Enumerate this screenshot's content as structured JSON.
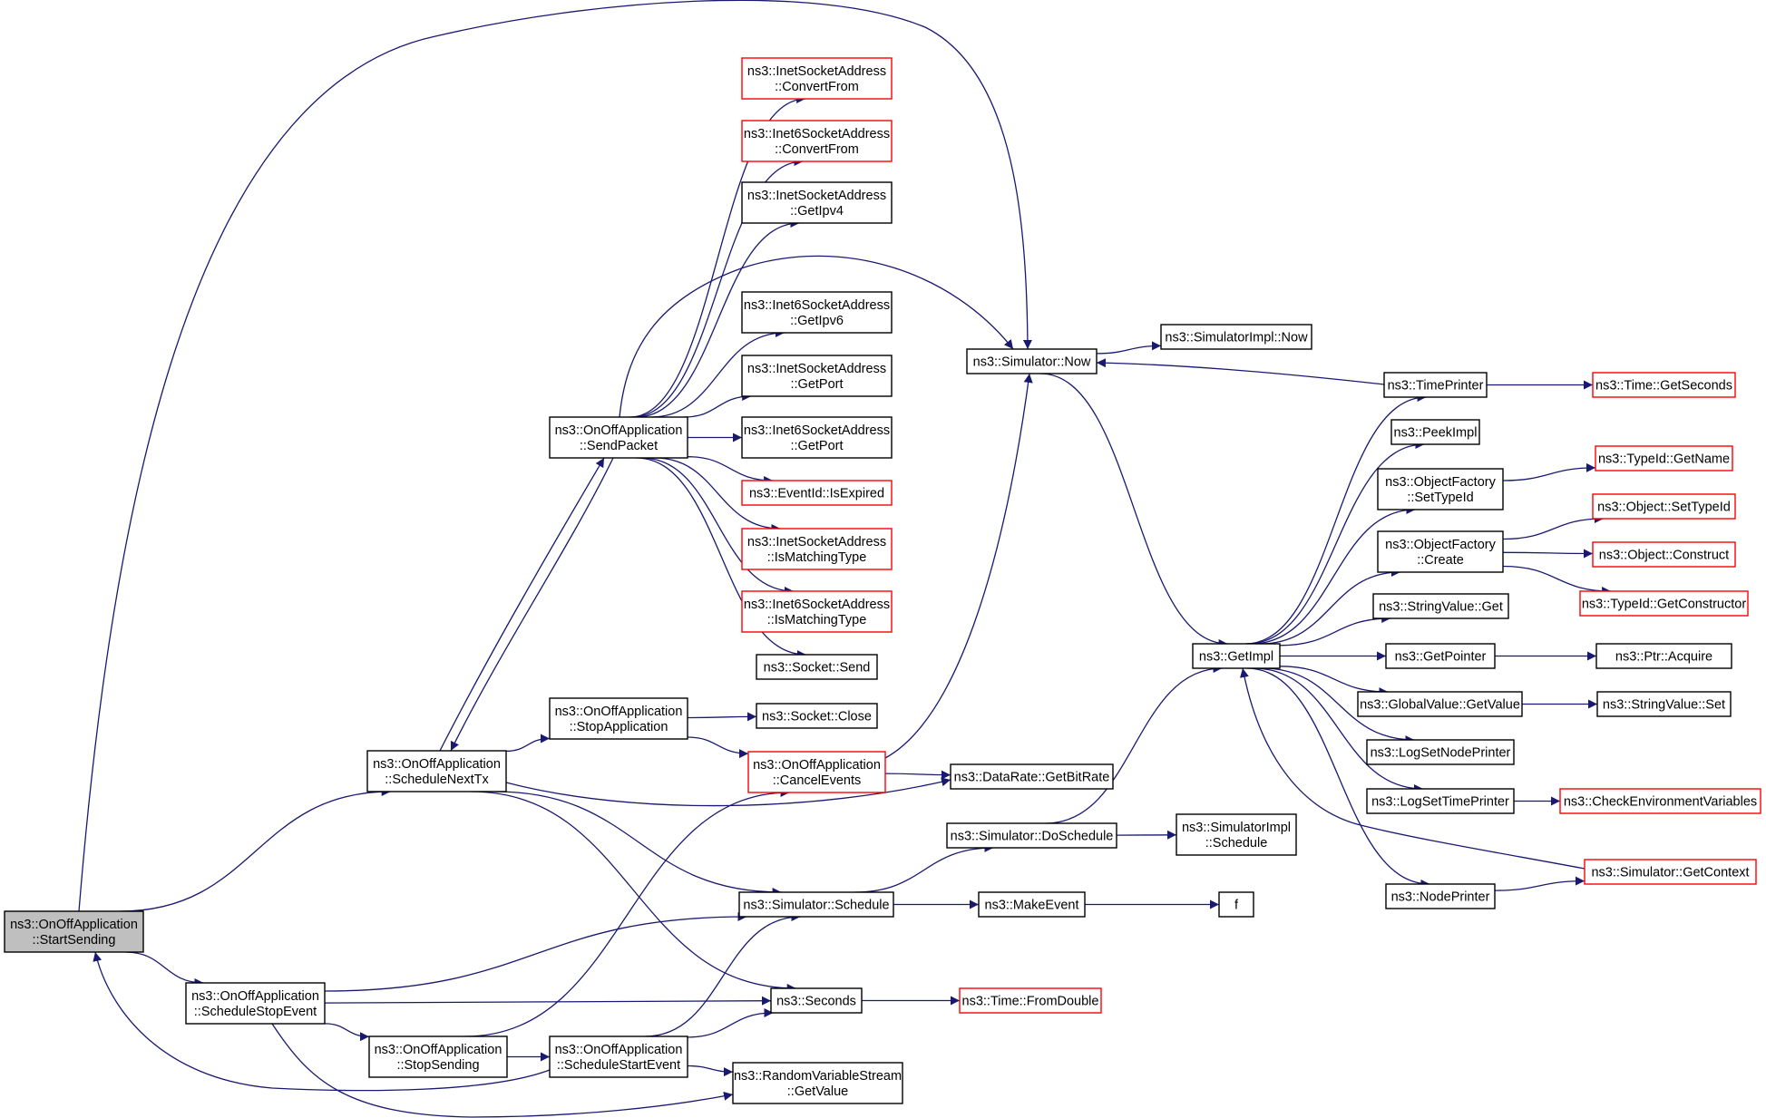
{
  "colors": {
    "edge": "#191970",
    "arrow": "#191970",
    "border_default": "#000000",
    "border_truncated": "#ff0000",
    "fill_default": "#ffffff",
    "fill_root": "#bfbfbf"
  },
  "nodes": [
    {
      "id": "startSending",
      "lines": [
        "ns3::OnOffApplication",
        "::StartSending"
      ],
      "style": "root"
    },
    {
      "id": "scheduleNextTx",
      "lines": [
        "ns3::OnOffApplication",
        "::ScheduleNextTx"
      ],
      "style": "default"
    },
    {
      "id": "scheduleStopEvent",
      "lines": [
        "ns3::OnOffApplication",
        "::ScheduleStopEvent"
      ],
      "style": "default"
    },
    {
      "id": "stopSending",
      "lines": [
        "ns3::OnOffApplication",
        "::StopSending"
      ],
      "style": "default"
    },
    {
      "id": "scheduleStartEvent",
      "lines": [
        "ns3::OnOffApplication",
        "::ScheduleStartEvent"
      ],
      "style": "default"
    },
    {
      "id": "sendPacket",
      "lines": [
        "ns3::OnOffApplication",
        "::SendPacket"
      ],
      "style": "default"
    },
    {
      "id": "stopApplication",
      "lines": [
        "ns3::OnOffApplication",
        "::StopApplication"
      ],
      "style": "default"
    },
    {
      "id": "cancelEvents",
      "lines": [
        "ns3::OnOffApplication",
        "::CancelEvents"
      ],
      "style": "truncated"
    },
    {
      "id": "inetConvertFrom",
      "lines": [
        "ns3::InetSocketAddress",
        "::ConvertFrom"
      ],
      "style": "truncated"
    },
    {
      "id": "inet6ConvertFrom",
      "lines": [
        "ns3::Inet6SocketAddress",
        "::ConvertFrom"
      ],
      "style": "truncated"
    },
    {
      "id": "inetGetIpv4",
      "lines": [
        "ns3::InetSocketAddress",
        "::GetIpv4"
      ],
      "style": "default"
    },
    {
      "id": "inet6GetIpv6",
      "lines": [
        "ns3::Inet6SocketAddress",
        "::GetIpv6"
      ],
      "style": "default"
    },
    {
      "id": "inetGetPort",
      "lines": [
        "ns3::InetSocketAddress",
        "::GetPort"
      ],
      "style": "default"
    },
    {
      "id": "inet6GetPort",
      "lines": [
        "ns3::Inet6SocketAddress",
        "::GetPort"
      ],
      "style": "default"
    },
    {
      "id": "eventIdIsExpired",
      "lines": [
        "ns3::EventId::IsExpired"
      ],
      "style": "truncated"
    },
    {
      "id": "inetIsMatchingType",
      "lines": [
        "ns3::InetSocketAddress",
        "::IsMatchingType"
      ],
      "style": "truncated"
    },
    {
      "id": "inet6IsMatchingType",
      "lines": [
        "ns3::Inet6SocketAddress",
        "::IsMatchingType"
      ],
      "style": "truncated"
    },
    {
      "id": "socketSend",
      "lines": [
        "ns3::Socket::Send"
      ],
      "style": "default"
    },
    {
      "id": "socketClose",
      "lines": [
        "ns3::Socket::Close"
      ],
      "style": "default"
    },
    {
      "id": "dataRateGetBitRate",
      "lines": [
        "ns3::DataRate::GetBitRate"
      ],
      "style": "default"
    },
    {
      "id": "simulatorNow",
      "lines": [
        "ns3::Simulator::Now"
      ],
      "style": "default"
    },
    {
      "id": "simulatorImplNow",
      "lines": [
        "ns3::SimulatorImpl::Now"
      ],
      "style": "default"
    },
    {
      "id": "simulatorDoSchedule",
      "lines": [
        "ns3::Simulator::DoSchedule"
      ],
      "style": "default"
    },
    {
      "id": "simulatorImplSchedule",
      "lines": [
        "ns3::SimulatorImpl",
        "::Schedule"
      ],
      "style": "default"
    },
    {
      "id": "simulatorSchedule",
      "lines": [
        "ns3::Simulator::Schedule"
      ],
      "style": "default"
    },
    {
      "id": "makeEvent",
      "lines": [
        "ns3::MakeEvent"
      ],
      "style": "default"
    },
    {
      "id": "f",
      "lines": [
        "f"
      ],
      "style": "default"
    },
    {
      "id": "seconds",
      "lines": [
        "ns3::Seconds"
      ],
      "style": "default"
    },
    {
      "id": "timeFromDouble",
      "lines": [
        "ns3::Time::FromDouble"
      ],
      "style": "truncated"
    },
    {
      "id": "rvsGetValue",
      "lines": [
        "ns3::RandomVariableStream",
        "::GetValue"
      ],
      "style": "default"
    },
    {
      "id": "getImpl",
      "lines": [
        "ns3::GetImpl"
      ],
      "style": "default"
    },
    {
      "id": "timePrinter",
      "lines": [
        "ns3::TimePrinter"
      ],
      "style": "default"
    },
    {
      "id": "timeGetSeconds",
      "lines": [
        "ns3::Time::GetSeconds"
      ],
      "style": "truncated"
    },
    {
      "id": "peekImpl",
      "lines": [
        "ns3::PeekImpl"
      ],
      "style": "default"
    },
    {
      "id": "objectFactorySetTypeId",
      "lines": [
        "ns3::ObjectFactory",
        "::SetTypeId"
      ],
      "style": "default"
    },
    {
      "id": "typeIdGetName",
      "lines": [
        "ns3::TypeId::GetName"
      ],
      "style": "truncated"
    },
    {
      "id": "objectFactoryCreate",
      "lines": [
        "ns3::ObjectFactory",
        "::Create"
      ],
      "style": "default"
    },
    {
      "id": "objectSetTypeId",
      "lines": [
        "ns3::Object::SetTypeId"
      ],
      "style": "truncated"
    },
    {
      "id": "objectConstruct",
      "lines": [
        "ns3::Object::Construct"
      ],
      "style": "truncated"
    },
    {
      "id": "typeIdGetConstructor",
      "lines": [
        "ns3::TypeId::GetConstructor"
      ],
      "style": "truncated"
    },
    {
      "id": "stringValueGet",
      "lines": [
        "ns3::StringValue::Get"
      ],
      "style": "default"
    },
    {
      "id": "getPointer",
      "lines": [
        "ns3::GetPointer"
      ],
      "style": "default"
    },
    {
      "id": "ptrAcquire",
      "lines": [
        "ns3::Ptr::Acquire"
      ],
      "style": "default"
    },
    {
      "id": "globalValueGetValue",
      "lines": [
        "ns3::GlobalValue::GetValue"
      ],
      "style": "default"
    },
    {
      "id": "stringValueSet",
      "lines": [
        "ns3::StringValue::Set"
      ],
      "style": "default"
    },
    {
      "id": "logSetNodePrinter",
      "lines": [
        "ns3::LogSetNodePrinter"
      ],
      "style": "default"
    },
    {
      "id": "logSetTimePrinter",
      "lines": [
        "ns3::LogSetTimePrinter"
      ],
      "style": "default"
    },
    {
      "id": "checkEnvironmentVariables",
      "lines": [
        "ns3::CheckEnvironmentVariables"
      ],
      "style": "truncated"
    },
    {
      "id": "simulatorGetContext",
      "lines": [
        "ns3::Simulator::GetContext"
      ],
      "style": "truncated"
    },
    {
      "id": "nodePrinter",
      "lines": [
        "ns3::NodePrinter"
      ],
      "style": "default"
    }
  ],
  "edges": [
    {
      "from": "startSending",
      "to": "scheduleNextTx"
    },
    {
      "from": "startSending",
      "to": "scheduleStopEvent"
    },
    {
      "from": "startSending",
      "to": "simulatorNow"
    },
    {
      "from": "scheduleNextTx",
      "to": "sendPacket"
    },
    {
      "from": "scheduleNextTx",
      "to": "stopApplication"
    },
    {
      "from": "scheduleNextTx",
      "to": "dataRateGetBitRate"
    },
    {
      "from": "scheduleNextTx",
      "to": "simulatorSchedule"
    },
    {
      "from": "scheduleNextTx",
      "to": "seconds"
    },
    {
      "from": "sendPacket",
      "to": "scheduleNextTx"
    },
    {
      "from": "sendPacket",
      "to": "inetConvertFrom"
    },
    {
      "from": "sendPacket",
      "to": "inet6ConvertFrom"
    },
    {
      "from": "sendPacket",
      "to": "inetGetIpv4"
    },
    {
      "from": "sendPacket",
      "to": "simulatorNow"
    },
    {
      "from": "sendPacket",
      "to": "inet6GetIpv6"
    },
    {
      "from": "sendPacket",
      "to": "inetGetPort"
    },
    {
      "from": "sendPacket",
      "to": "inet6GetPort"
    },
    {
      "from": "sendPacket",
      "to": "eventIdIsExpired"
    },
    {
      "from": "sendPacket",
      "to": "inetIsMatchingType"
    },
    {
      "from": "sendPacket",
      "to": "inet6IsMatchingType"
    },
    {
      "from": "sendPacket",
      "to": "socketSend"
    },
    {
      "from": "stopApplication",
      "to": "socketClose"
    },
    {
      "from": "stopApplication",
      "to": "cancelEvents"
    },
    {
      "from": "cancelEvents",
      "to": "dataRateGetBitRate"
    },
    {
      "from": "cancelEvents",
      "to": "simulatorNow"
    },
    {
      "from": "scheduleStopEvent",
      "to": "simulatorSchedule"
    },
    {
      "from": "scheduleStopEvent",
      "to": "seconds"
    },
    {
      "from": "scheduleStopEvent",
      "to": "stopSending"
    },
    {
      "from": "scheduleStopEvent",
      "to": "rvsGetValue"
    },
    {
      "from": "stopSending",
      "to": "cancelEvents"
    },
    {
      "from": "stopSending",
      "to": "scheduleStartEvent"
    },
    {
      "from": "scheduleStartEvent",
      "to": "simulatorSchedule"
    },
    {
      "from": "scheduleStartEvent",
      "to": "seconds"
    },
    {
      "from": "scheduleStartEvent",
      "to": "rvsGetValue"
    },
    {
      "from": "scheduleStartEvent",
      "to": "startSending"
    },
    {
      "from": "simulatorSchedule",
      "to": "simulatorDoSchedule"
    },
    {
      "from": "simulatorSchedule",
      "to": "makeEvent"
    },
    {
      "from": "makeEvent",
      "to": "f"
    },
    {
      "from": "seconds",
      "to": "timeFromDouble"
    },
    {
      "from": "simulatorDoSchedule",
      "to": "simulatorImplSchedule"
    },
    {
      "from": "simulatorDoSchedule",
      "to": "getImpl"
    },
    {
      "from": "simulatorNow",
      "to": "simulatorImplNow"
    },
    {
      "from": "simulatorNow",
      "to": "getImpl"
    },
    {
      "from": "getImpl",
      "to": "timePrinter"
    },
    {
      "from": "getImpl",
      "to": "peekImpl"
    },
    {
      "from": "getImpl",
      "to": "objectFactorySetTypeId"
    },
    {
      "from": "getImpl",
      "to": "objectFactoryCreate"
    },
    {
      "from": "getImpl",
      "to": "stringValueGet"
    },
    {
      "from": "getImpl",
      "to": "getPointer"
    },
    {
      "from": "getImpl",
      "to": "globalValueGetValue"
    },
    {
      "from": "getImpl",
      "to": "logSetNodePrinter"
    },
    {
      "from": "getImpl",
      "to": "logSetTimePrinter"
    },
    {
      "from": "getImpl",
      "to": "nodePrinter"
    },
    {
      "from": "timePrinter",
      "to": "simulatorNow"
    },
    {
      "from": "timePrinter",
      "to": "timeGetSeconds"
    },
    {
      "from": "objectFactorySetTypeId",
      "to": "typeIdGetName"
    },
    {
      "from": "objectFactoryCreate",
      "to": "objectSetTypeId"
    },
    {
      "from": "objectFactoryCreate",
      "to": "objectConstruct"
    },
    {
      "from": "objectFactoryCreate",
      "to": "typeIdGetConstructor"
    },
    {
      "from": "getPointer",
      "to": "ptrAcquire"
    },
    {
      "from": "globalValueGetValue",
      "to": "stringValueSet"
    },
    {
      "from": "logSetTimePrinter",
      "to": "checkEnvironmentVariables"
    },
    {
      "from": "nodePrinter",
      "to": "simulatorGetContext"
    },
    {
      "from": "simulatorGetContext",
      "to": "getImpl"
    }
  ]
}
